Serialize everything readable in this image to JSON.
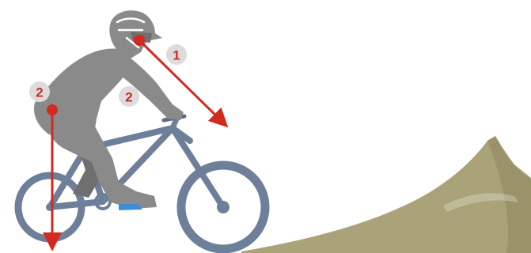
{
  "colors": {
    "background": "#ffffff",
    "rider": "#8a8a8a",
    "rider_dark": "#6f6f6f",
    "bike": "#6d7f99",
    "bike_light": "#8a99ad",
    "ramp": "#aaa37a",
    "arrow": "#d22a1f",
    "badge_fill": "#dcdcdc",
    "badge_text": "#d22a1f"
  },
  "markers": [
    {
      "label": "1"
    },
    {
      "label": "2"
    },
    {
      "label": "2"
    }
  ]
}
